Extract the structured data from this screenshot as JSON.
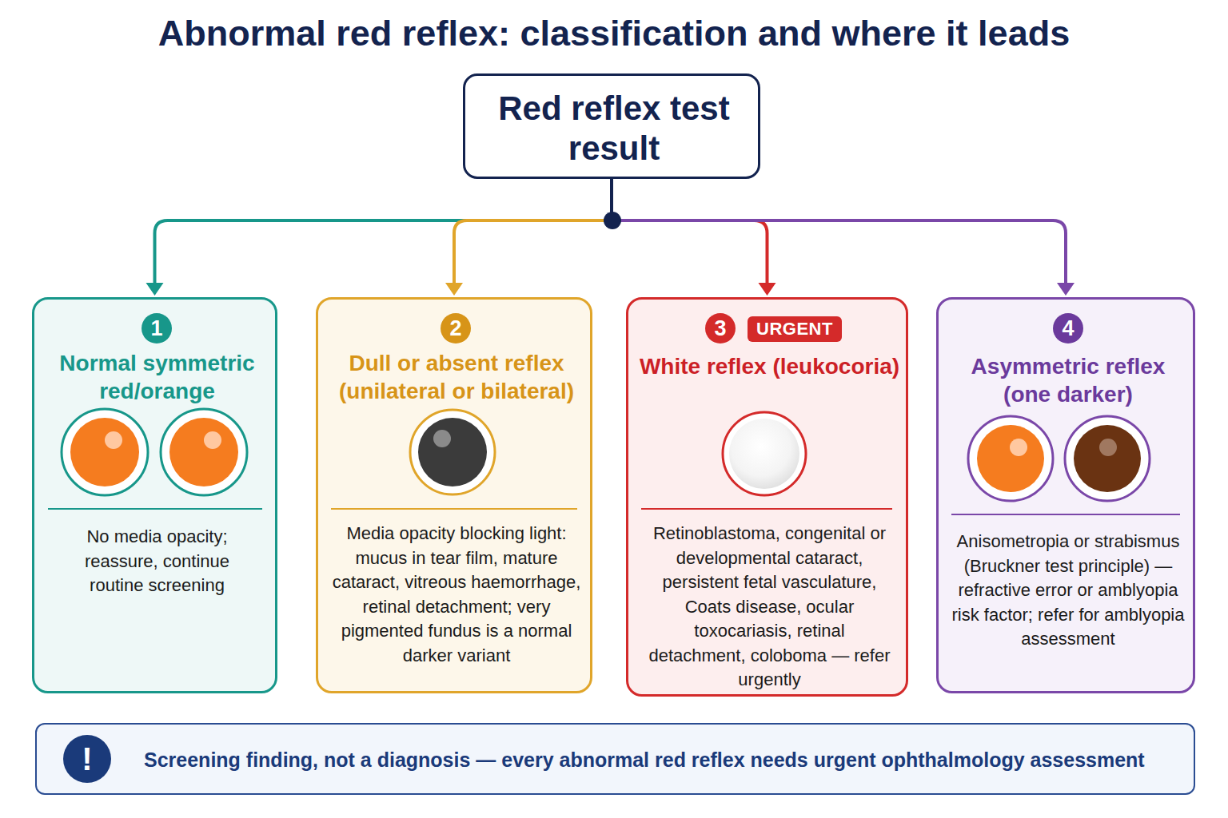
{
  "diagram": {
    "title": "Abnormal red reflex: classification and where it leads",
    "nodes": [
      {
        "text": [
          "Red reflex test result"
        ]
      },
      {
        "text": [
          "1",
          "Normal symmetric red/orange",
          "No media opacity; reassure, continue routine screening"
        ]
      },
      {
        "text": [
          "2",
          "Dull or absent reflex (unilateral or bilateral)",
          "Media opacity blocking light: mucus in tear film, mature cataract, vitreous haemorrhage, retinal detachment; very pigmented fundus is a normal darker variant"
        ]
      },
      {
        "text": [
          "3",
          "URGENT",
          "White reflex (leukocoria)",
          "Retinoblastoma, congenital or developmental cataract, persistent fetal vasculature, Coats disease, ocular toxocariasis, retinal detachment, coloboma — refer urgently"
        ]
      },
      {
        "text": [
          "4",
          "Asymmetric reflex (one darker)",
          "Anisometropia or strabismus (Bruckner test principle) — refractive error or amblyopia risk factor; refer for amblyopia assessment"
        ]
      },
      {
        "text": [
          "!",
          "Screening finding, not a diagnosis — every abnormal red reflex needs urgent ophthalmology assessment"
        ]
      }
    ],
    "edges": [
      {
        "from": 0,
        "to": 1,
        "arrow": "to"
      },
      {
        "from": 0,
        "to": 2,
        "arrow": "to"
      },
      {
        "from": 0,
        "to": 3,
        "arrow": "to"
      },
      {
        "from": 0,
        "to": 4,
        "arrow": "to"
      }
    ]
  }
}
